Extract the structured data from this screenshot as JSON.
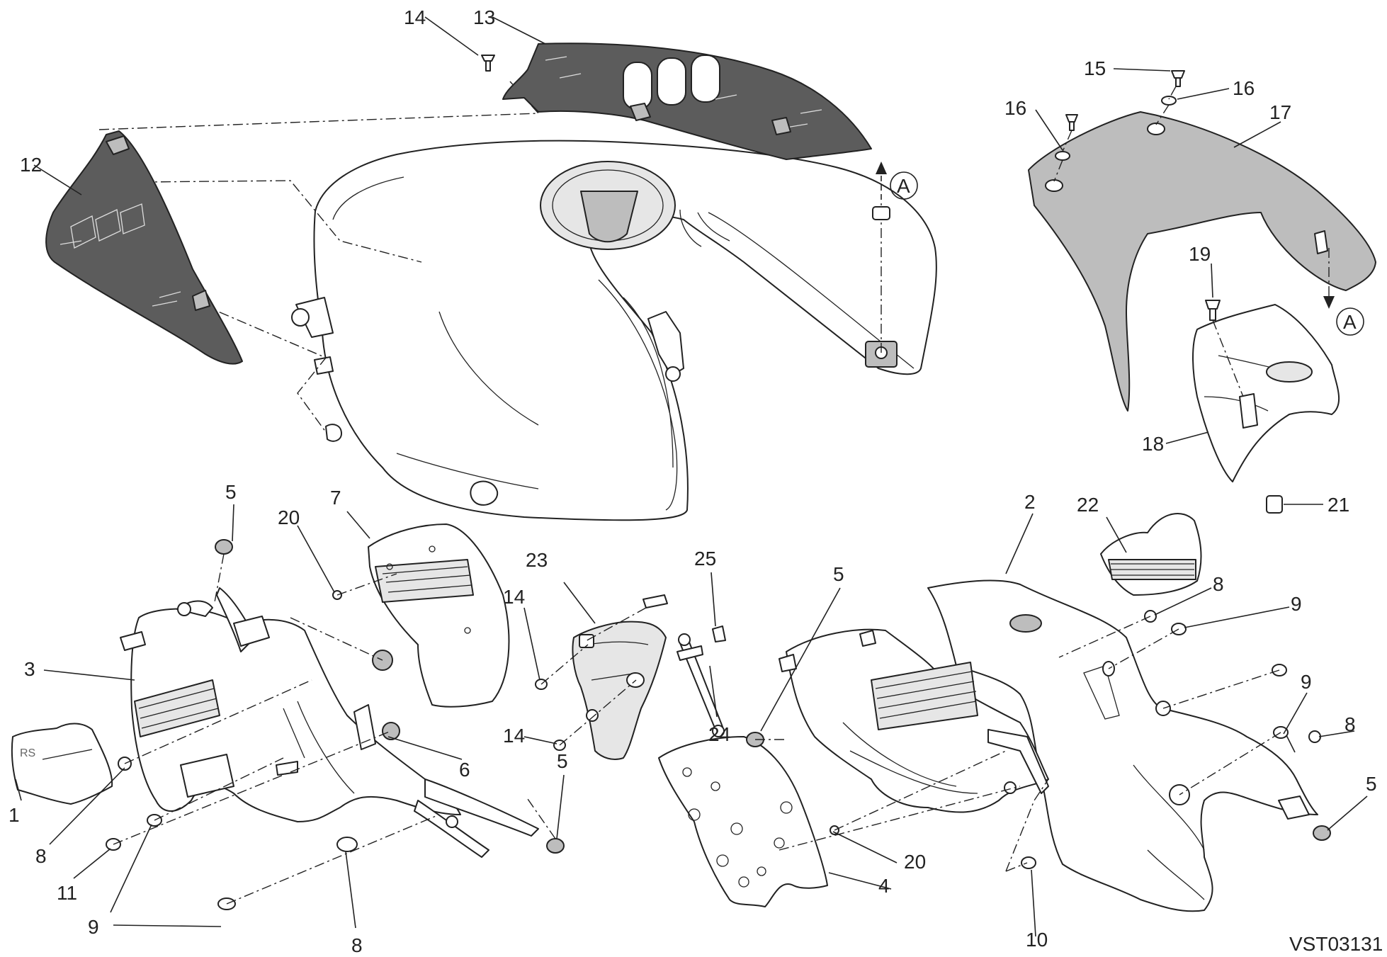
{
  "diagram": {
    "drawing_code": "VST03131",
    "arrow_letter": "A",
    "callouts": {
      "c1": "1",
      "c2": "2",
      "c3": "3",
      "c4": "4",
      "c5a": "5",
      "c5b": "5",
      "c5c": "5",
      "c5d": "5",
      "c6": "6",
      "c7": "7",
      "c8a": "8",
      "c8b": "8",
      "c8c": "8",
      "c8d": "8",
      "c9a": "9",
      "c9b": "9",
      "c9c": "9",
      "c10": "10",
      "c11": "11",
      "c12": "12",
      "c13": "13",
      "c14a": "14",
      "c14b": "14",
      "c14c": "14",
      "c15": "15",
      "c16a": "16",
      "c16b": "16",
      "c17": "17",
      "c18": "18",
      "c19": "19",
      "c20a": "20",
      "c20b": "20",
      "c21": "21",
      "c22": "22",
      "c23": "23",
      "c24": "24",
      "c25": "25"
    }
  }
}
